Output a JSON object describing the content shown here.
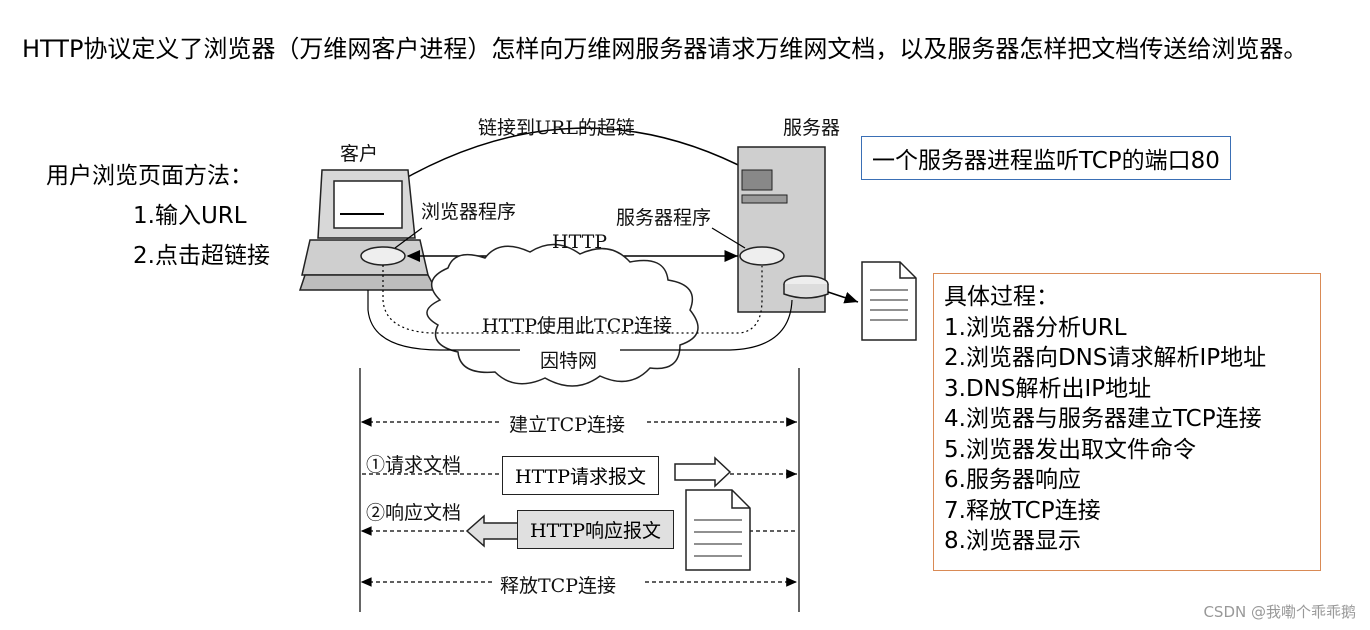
{
  "title": "HTTP协议定义了浏览器（万维网客户进程）怎样向万维网服务器请求万维网文档，以及服务器怎样把文档传送给浏览器。",
  "methods": {
    "title": "用户浏览页面方法：",
    "items": [
      "1.输入URL",
      "2.点击超链接"
    ]
  },
  "diagram": {
    "client_label": "客户",
    "server_label": "服务器",
    "hyperlink_label": "链接到URL的超链",
    "browser_program": "浏览器程序",
    "server_program": "服务器程序",
    "http_label": "HTTP",
    "tcp_use_label": "HTTP使用此TCP连接",
    "internet_label": "因特网",
    "server_note": "一个服务器进程监听TCP的端口80"
  },
  "sequence": {
    "establish": "建立TCP连接",
    "request_doc": "①请求文档",
    "request_msg": "HTTP请求报文",
    "response_doc": "②响应文档",
    "response_msg": "HTTP响应报文",
    "release": "释放TCP连接"
  },
  "process": {
    "title": "具体过程：",
    "steps": [
      "1.浏览器分析URL",
      "2.浏览器向DNS请求解析IP地址",
      "3.DNS解析出IP地址",
      "4.浏览器与服务器建立TCP连接",
      "5.浏览器发出取文件命令",
      "6.服务器响应",
      "7.释放TCP连接",
      "8.浏览器显示"
    ]
  },
  "watermark": "CSDN @我嘞个乖乖鹅",
  "colors": {
    "note_border": "#3a6fb5",
    "steps_border": "#d98a55"
  }
}
